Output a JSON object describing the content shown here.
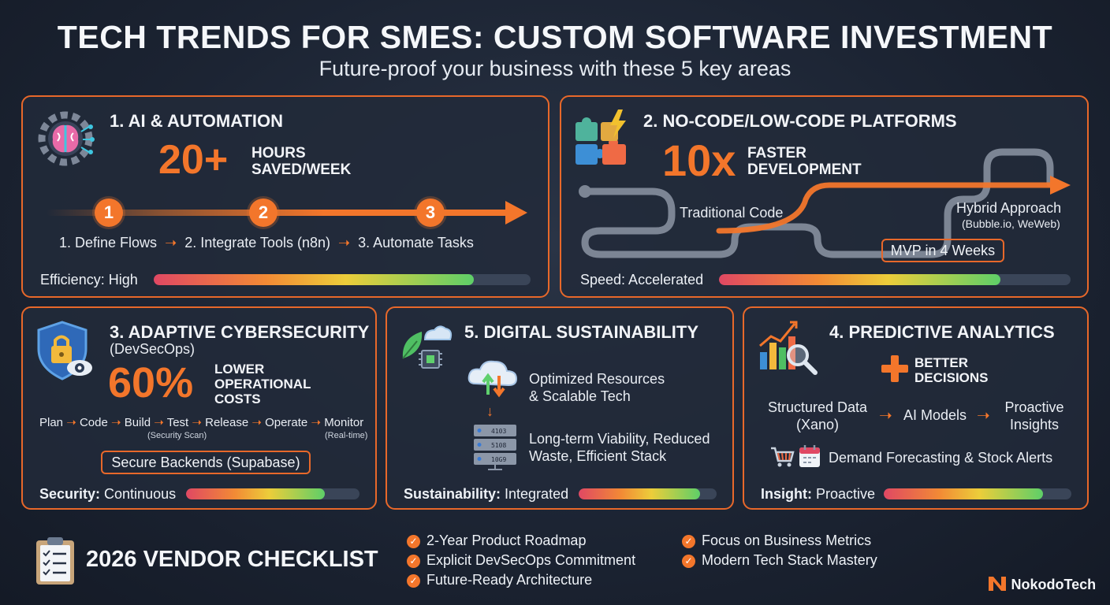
{
  "header": {
    "title": "TECH TRENDS FOR SMES: CUSTOM SOFTWARE INVESTMENT",
    "subtitle": "Future-proof your business with these 5 key areas"
  },
  "ai": {
    "title": "1. AI & AUTOMATION",
    "stat": "20+",
    "stat_line1": "HOURS",
    "stat_line2": "SAVED/WEEK",
    "steps": [
      "1",
      "2",
      "3"
    ],
    "flow": [
      "1. Define Flows",
      "2. Integrate Tools (n8n)",
      "3. Automate Tasks"
    ],
    "meter_label": "Efficiency: High",
    "meter_level": 0.85
  },
  "nocode": {
    "title": "2. NO-CODE/LOW-CODE PLATFORMS",
    "stat": "10x",
    "stat_line1": "FASTER",
    "stat_line2": "DEVELOPMENT",
    "traditional": "Traditional Code",
    "hybrid": "Hybrid Approach",
    "hybrid_sub": "(Bubble.io, WeWeb)",
    "mvp": "MVP in 4 Weeks",
    "meter_label": "Speed: Accelerated",
    "meter_level": 0.8
  },
  "security": {
    "title": "3. ADAPTIVE CYBERSECURITY",
    "subtitle": "(DevSecOps)",
    "stat": "60%",
    "stat_line1": "LOWER",
    "stat_line2": "OPERATIONAL",
    "stat_line3": "COSTS",
    "pipeline": [
      "Plan",
      "Code",
      "Build",
      "Test",
      "Release",
      "Operate",
      "Monitor"
    ],
    "test_note": "(Security Scan)",
    "monitor_note": "(Real-time)",
    "pill": "Secure Backends (Supabase)",
    "meter_label_bold": "Security:",
    "meter_label_rest": " Continuous",
    "meter_level": 0.8
  },
  "sustainability": {
    "title": "5. DIGITAL SUSTAINABILITY",
    "line1a": "Optimized Resources",
    "line1b": "& Scalable Tech",
    "line2a": "Long-term Viability, Reduced",
    "line2b": "Waste, Efficient Stack",
    "server_codes": [
      "4103",
      "5108",
      "10G9"
    ],
    "meter_label_bold": "Sustainability:",
    "meter_label_rest": " Integrated",
    "meter_level": 0.88
  },
  "analytics": {
    "title": "4. PREDICTIVE ANALYTICS",
    "plus_line1": "BETTER",
    "plus_line2": "DECISIONS",
    "flow1a": "Structured Data",
    "flow1b": "(Xano)",
    "flow2": "AI Models",
    "flow3a": "Proactive",
    "flow3b": "Insights",
    "forecast": "Demand Forecasting & Stock Alerts",
    "meter_label_bold": "Insight:",
    "meter_label_rest": " Proactive",
    "meter_level": 0.85
  },
  "checklist": {
    "title": "2026 VENDOR CHECKLIST",
    "col1": [
      "2-Year Product Roadmap",
      "Explicit DevSecOps Commitment",
      "Future-Ready Architecture"
    ],
    "col2": [
      "Focus on Business Metrics",
      "Modern Tech Stack Mastery"
    ]
  },
  "brand": {
    "name": "NokodoTech",
    "accent": "#f3762b"
  }
}
